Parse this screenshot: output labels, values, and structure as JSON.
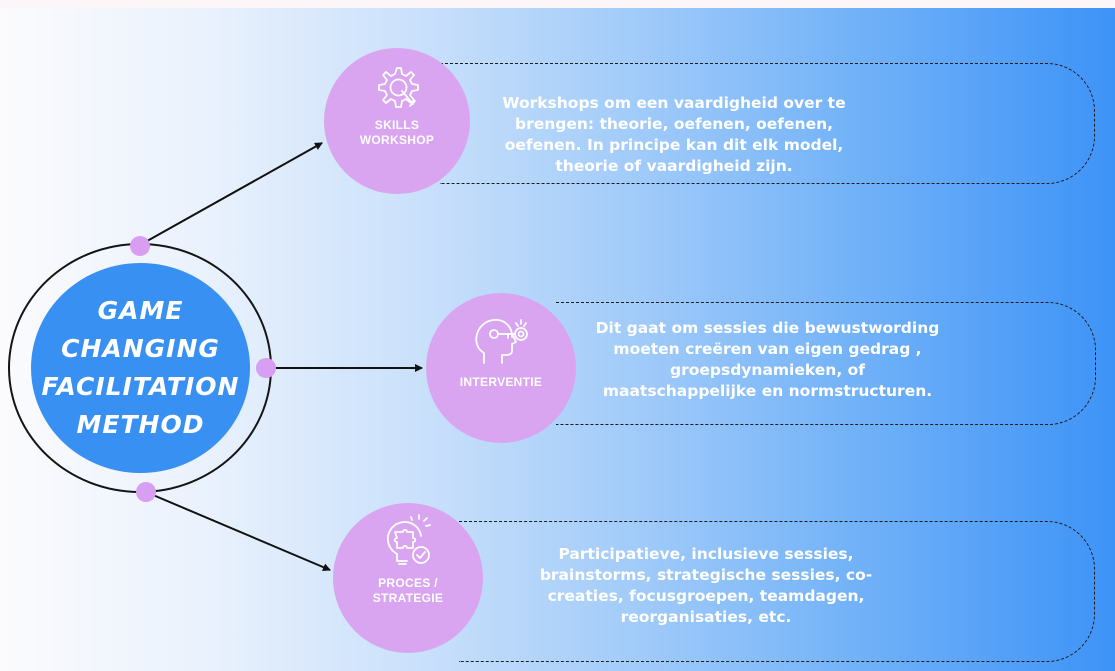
{
  "center": {
    "lines": [
      "GAME",
      "CHANGING",
      "FACILITATION",
      "METHOD"
    ]
  },
  "nodes": [
    {
      "id": "skills-workshop",
      "icon": "gear-wrench-icon",
      "label_lines": [
        "SKILLS",
        "WORKSHOP"
      ],
      "description": "Workshops om een vaardigheid over te brengen: theorie, oefenen, oefenen, oefenen. In principe kan dit elk model, theorie of vaardigheid zijn."
    },
    {
      "id": "interventie",
      "icon": "head-key-icon",
      "label_lines": [
        "INTERVENTIE"
      ],
      "description": "Dit gaat om sessies die bewustwording moeten creëren van eigen gedrag , groepsdynamieken, of maatschappelijke en normstructuren."
    },
    {
      "id": "proces-strategie",
      "icon": "puzzle-bulb-icon",
      "label_lines": [
        "PROCES /",
        "STRATEGIE"
      ],
      "description": "Participatieve, inclusieve sessies, brainstorms, strategische sessies, co-creaties, focusgroepen, teamdagen, reorganisaties, etc."
    }
  ],
  "colors": {
    "center_fill": "#3890f2",
    "node_fill": "#d9a5f0",
    "dot_fill": "#d79ef2",
    "line": "#111111",
    "text": "#ffffff"
  }
}
